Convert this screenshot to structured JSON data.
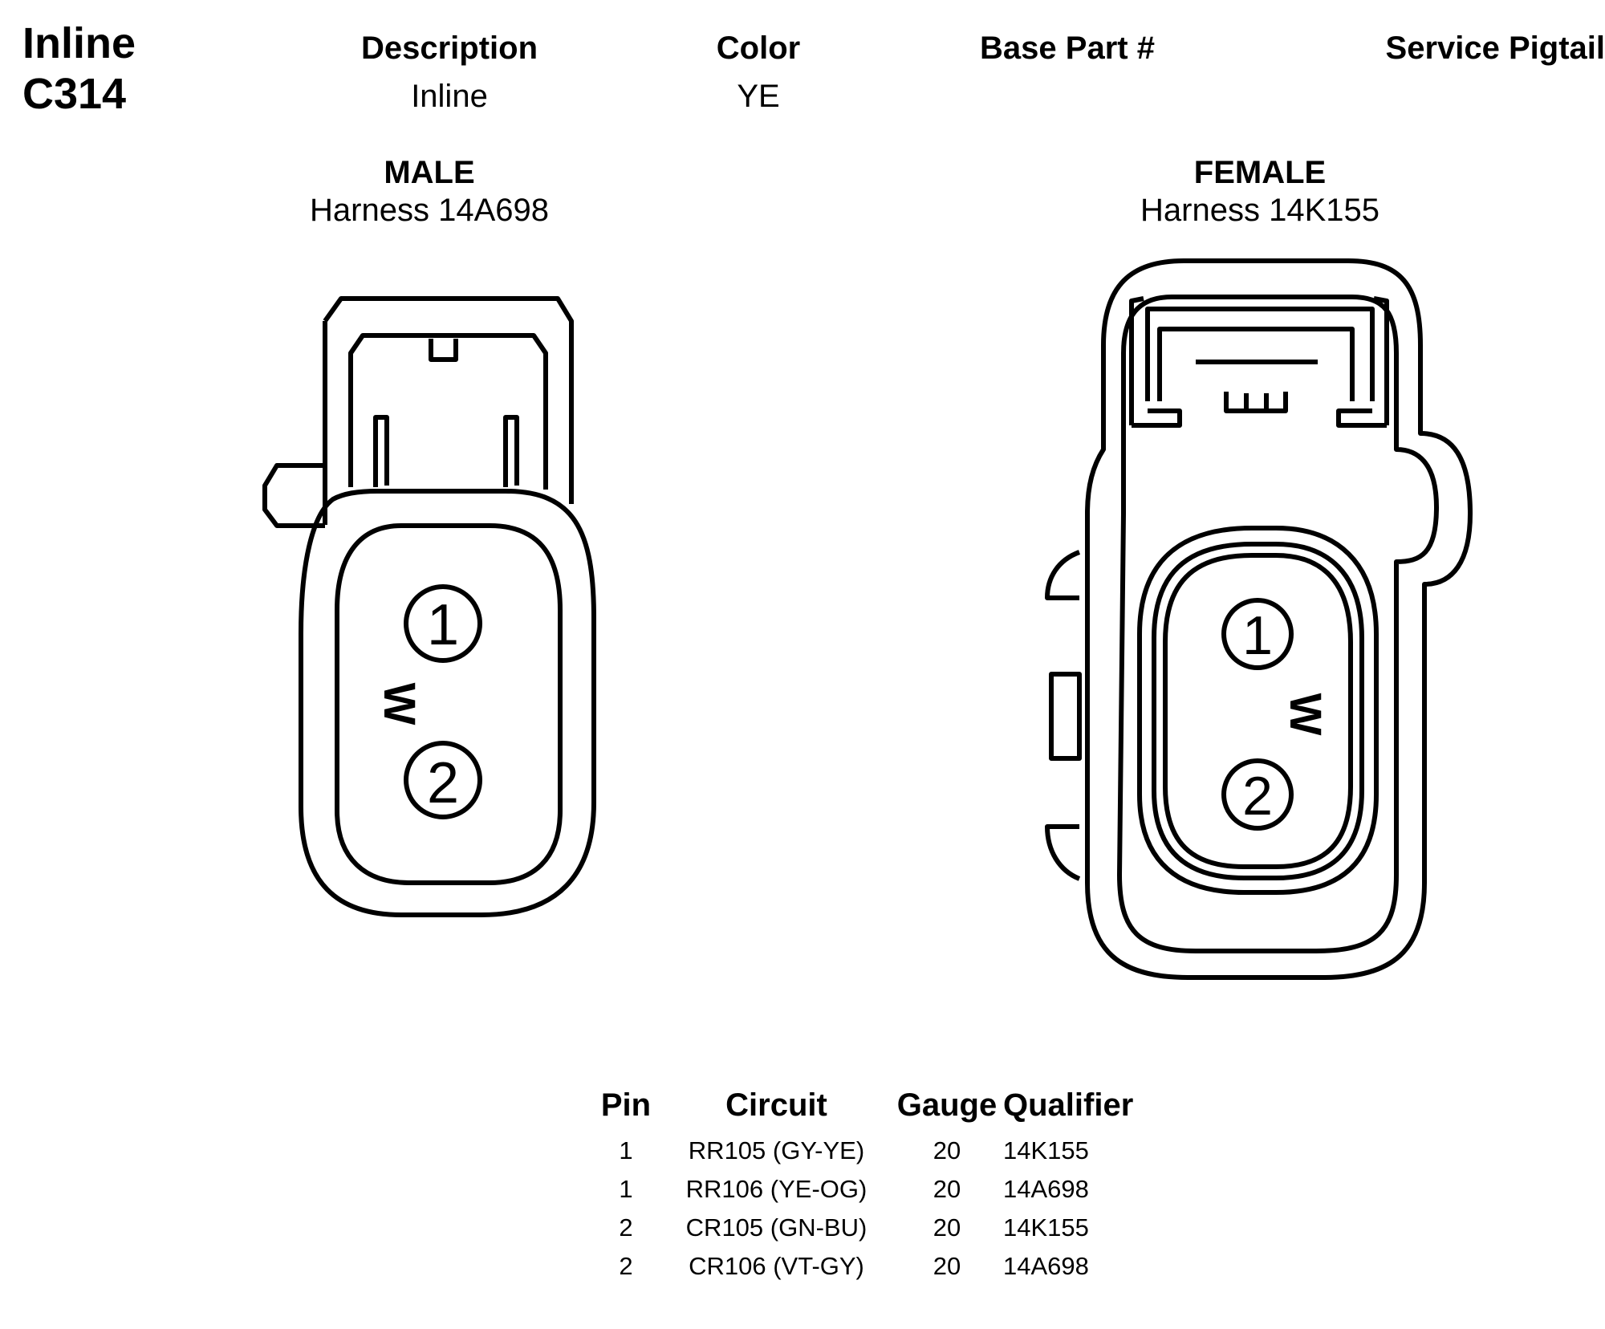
{
  "connector": {
    "type_label": "Inline",
    "id": "C314"
  },
  "header": {
    "columns": [
      {
        "label": "Description",
        "value": "Inline"
      },
      {
        "label": "Color",
        "value": "YE"
      },
      {
        "label": "Base Part #",
        "value": ""
      },
      {
        "label": "Service Pigtail",
        "value": ""
      }
    ]
  },
  "male": {
    "label": "MALE",
    "harness": "Harness 14A698",
    "pins": [
      "1",
      "2"
    ],
    "keyway_mark": "W"
  },
  "female": {
    "label": "FEMALE",
    "harness": "Harness 14K155",
    "pins": [
      "1",
      "2"
    ],
    "keyway_mark": "W"
  },
  "pin_table": {
    "headers": [
      "Pin",
      "Circuit",
      "Gauge",
      "Qualifier"
    ],
    "rows": [
      [
        "1",
        "RR105 (GY-YE)",
        "20",
        "14K155"
      ],
      [
        "1",
        "RR106 (YE-OG)",
        "20",
        "14A698"
      ],
      [
        "2",
        "CR105 (GN-BU)",
        "20",
        "14K155"
      ],
      [
        "2",
        "CR106 (VT-GY)",
        "20",
        "14A698"
      ]
    ]
  }
}
